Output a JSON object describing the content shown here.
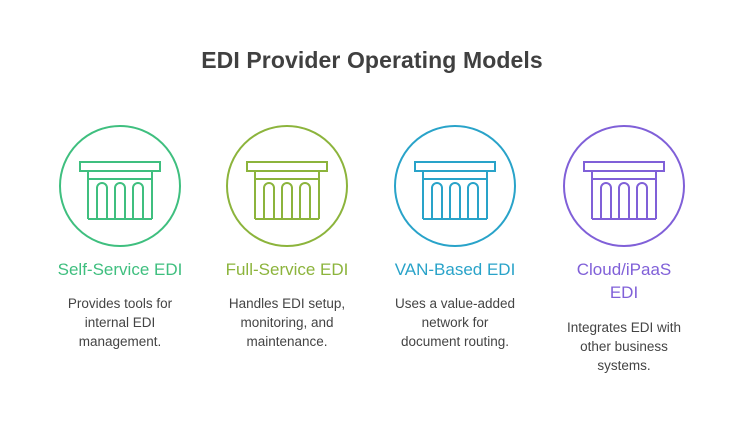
{
  "title": "EDI Provider Operating Models",
  "models": [
    {
      "title": "Self-Service EDI",
      "desc_lines": [
        "Provides tools for",
        "internal EDI",
        "management."
      ],
      "color": "#3fbf7f",
      "icon": "column-pillar-icon"
    },
    {
      "title": "Full-Service EDI",
      "desc_lines": [
        "Handles EDI setup,",
        "monitoring, and",
        "maintenance."
      ],
      "color": "#8cb43c",
      "icon": "column-pillar-icon"
    },
    {
      "title": "VAN-Based EDI",
      "desc_lines": [
        "Uses a value-added",
        "network for",
        "document routing."
      ],
      "color": "#29a3c9",
      "icon": "column-pillar-icon"
    },
    {
      "title_lines": [
        "Cloud/iPaaS",
        "EDI"
      ],
      "desc_lines": [
        "Integrates EDI with",
        "other business",
        "systems."
      ],
      "color": "#8060d8",
      "icon": "column-pillar-icon"
    }
  ]
}
